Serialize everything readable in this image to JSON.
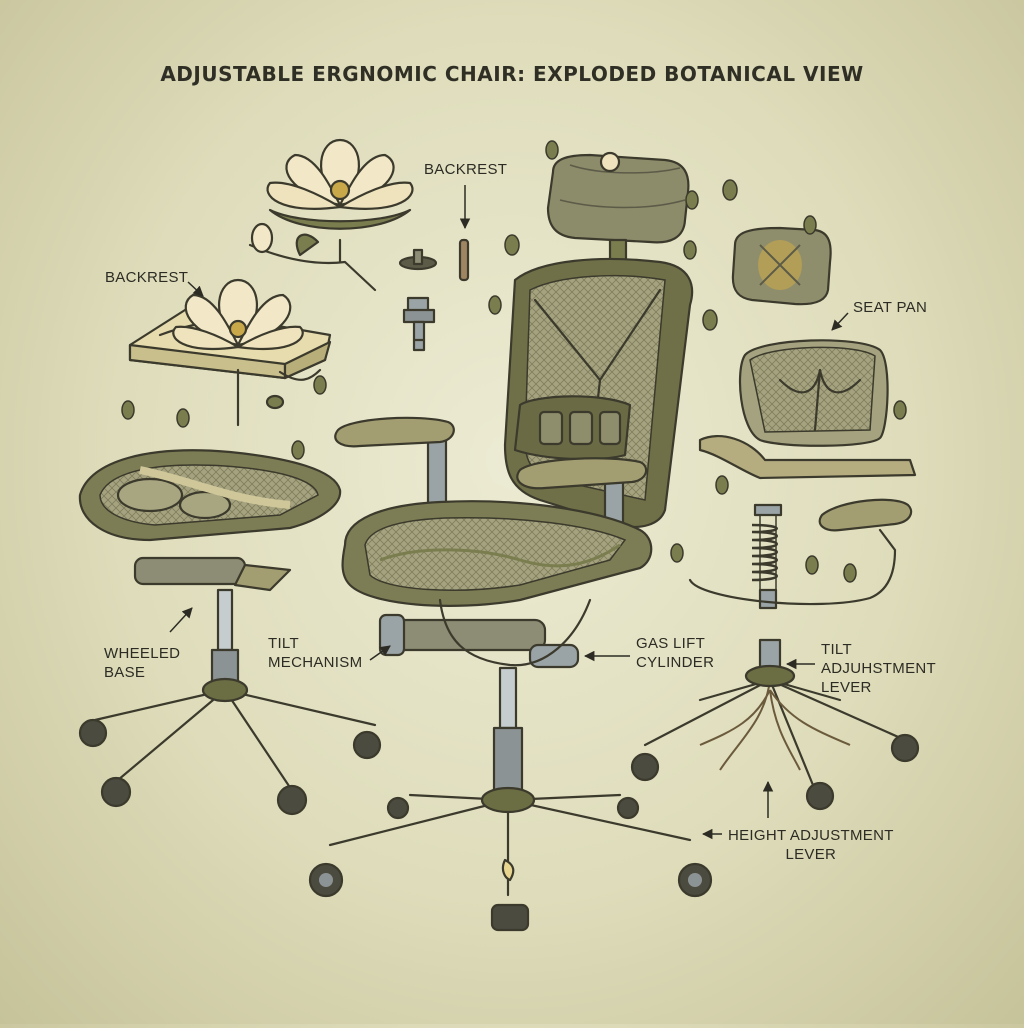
{
  "title": "ADJUSTABLE ERGNOMIC CHAIR: EXPLODED BOTANICAL VIEW",
  "labels": {
    "backrest_top": "BACKREST",
    "backrest_left": "BACKREST",
    "seat_pan": "SEAT PAN",
    "wheeled_base": "WHEELED\nBASE",
    "tilt_mechanism": "TILT\nMECHANISM",
    "gas_lift": "GAS LIFT\nCYLINDER",
    "tilt_adjustment": "TILT\nADJUHSTMENT\nLEVER",
    "height_adjustment": "HEIGHT ADJUSTMENT\nLEVER"
  },
  "colors": {
    "background": "#e4e2c4",
    "moss": "#7a7d4e",
    "bark": "#6b5a3c",
    "mesh": "#9c9a78",
    "petal": "#f2e8c8",
    "metal": "#9aa4a6",
    "ink": "#3b3a2c"
  }
}
